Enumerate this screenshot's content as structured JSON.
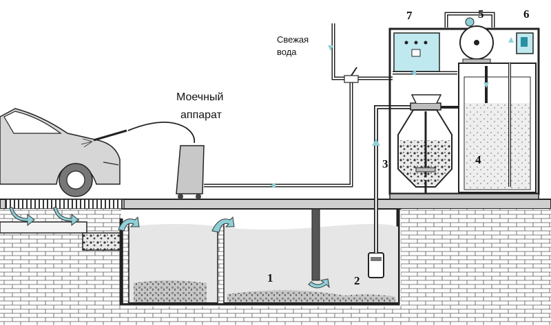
{
  "labels": {
    "washer": [
      "Моечный",
      "аппарат"
    ],
    "fresh_water": [
      "Свежая",
      "вода"
    ]
  },
  "numbers": {
    "n1": "1",
    "n2": "2",
    "n3": "3",
    "n4": "4",
    "n5": "5",
    "n6": "6",
    "n7": "7"
  },
  "colors": {
    "line": "#222222",
    "brick": "#d9d9d9",
    "water": "#e6e6e6",
    "flow_arrow": "#8fd0d8",
    "panel": "#bfe9ee",
    "sediment": "#9a9a9a"
  }
}
